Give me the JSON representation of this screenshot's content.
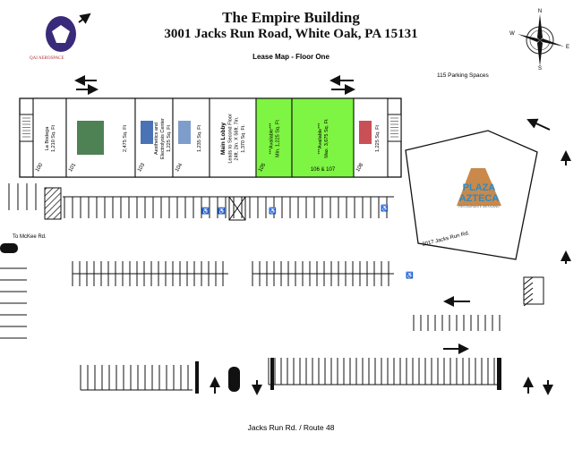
{
  "header": {
    "title": "The Empire Building",
    "address": "3001 Jacks Run Road, White Oak, PA 15131",
    "subtitle": "Lease Map - Floor One",
    "parking": "115 Parking Spaces",
    "logo_text": "QAI AEROSPACE"
  },
  "compass": {
    "n": "N",
    "s": "S",
    "e": "E",
    "w": "W"
  },
  "units": [
    {
      "number": "100",
      "lines": [
        "La Bodega",
        "1,210 Sq. Ft"
      ],
      "available": false
    },
    {
      "number": "101",
      "lines": [
        "2,475 Sq. Ft"
      ],
      "logo": "KLOSE",
      "available": false
    },
    {
      "number": "103",
      "lines": [
        "Aesthetics and",
        "Electrolysis Center",
        "1,225 Sq. Ft"
      ],
      "logo": "AEC",
      "available": false
    },
    {
      "number": "104",
      "lines": [
        "1,235 Sq. Ft"
      ],
      "logo": "PR",
      "available": false
    },
    {
      "number": "",
      "lines": [
        "Main Lobby",
        "Leads to Second Floor",
        "24ft. 2in. X 56ft. 7in.",
        "1,370 Sq. Ft."
      ],
      "available": false
    },
    {
      "number": "105",
      "lines": [
        "***Available***",
        "Min. 1,225 Sq. Ft"
      ],
      "available": true
    },
    {
      "number": "106 & 107",
      "lines": [
        "***Available***",
        "Max. 3,675 Sq. Ft"
      ],
      "available": true
    },
    {
      "number": "108",
      "lines": [
        "1,225 Sq. Ft"
      ],
      "logo": "AE",
      "available": false
    }
  ],
  "neighbor": {
    "name_line1": "PLAZA",
    "name_line2": "AZTECA",
    "tagline": "RESTAURANTE MEXICANO",
    "address": "3017 Jacks Run Rd."
  },
  "roads": {
    "mckee": "To McKee Rd.",
    "main": "Jacks Run Rd.  /  Route 48"
  },
  "colors": {
    "available": "#7ef542",
    "logo_purple": "#3a2a7a",
    "azteca": "#c9894a",
    "azteca_text": "#2a8bc9"
  }
}
